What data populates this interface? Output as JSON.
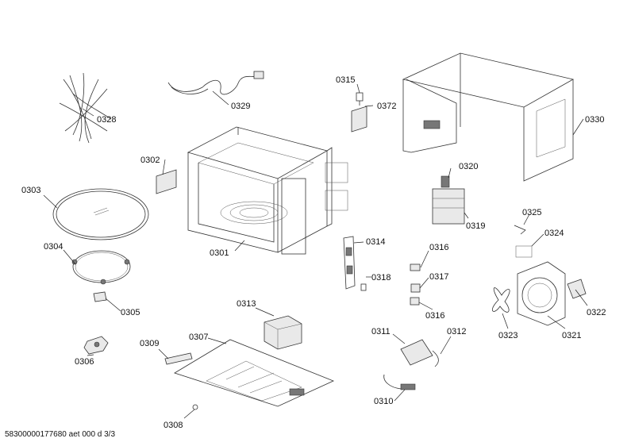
{
  "diagram": {
    "footer": "58300000177680 aet 000 d 3/3",
    "parts": {
      "p0328": "0328",
      "p0329": "0329",
      "p0315": "0315",
      "p0372": "0372",
      "p0330": "0330",
      "p0302": "0302",
      "p0303": "0303",
      "p0320": "0320",
      "p0319": "0319",
      "p0325": "0325",
      "p0324": "0324",
      "p0304": "0304",
      "p0301": "0301",
      "p0314": "0314",
      "p0316a": "0316",
      "p0317": "0317",
      "p0318": "0318",
      "p0316b": "0316",
      "p0305": "0305",
      "p0313": "0313",
      "p0322": "0322",
      "p0323": "0323",
      "p0321": "0321",
      "p0311": "0311",
      "p0312": "0312",
      "p0307": "0307",
      "p0309": "0309",
      "p0306": "0306",
      "p0310": "0310",
      "p0308": "0308"
    }
  }
}
